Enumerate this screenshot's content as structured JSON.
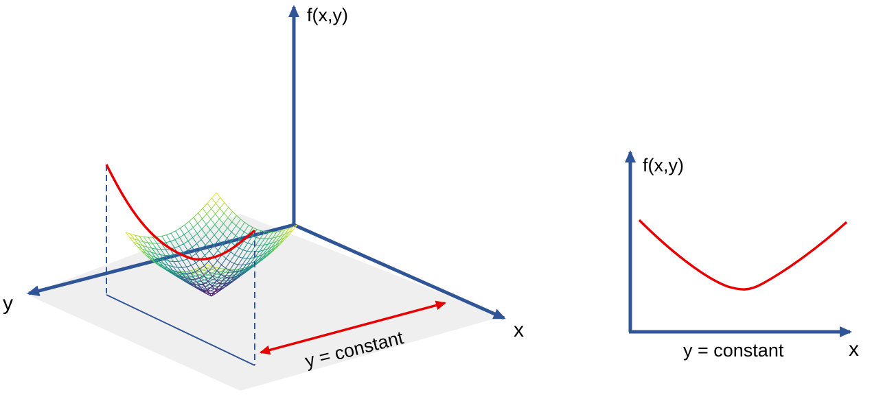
{
  "left_panel": {
    "z_axis_label": "f(x,y)",
    "x_axis_label": "x",
    "y_axis_label": "y",
    "slice_label": "y = constant"
  },
  "right_panel": {
    "y_axis_label": "f(x,y)",
    "x_axis_label": "x",
    "x_caption": "y = constant"
  },
  "colors": {
    "axis": "#2f5597",
    "curve": "#e60000",
    "plane": "#efefef",
    "projection_lines": "#2f5597",
    "surface_colormap": [
      "#fde725",
      "#90d743",
      "#35b779",
      "#21918c",
      "#31688e",
      "#443983",
      "#440154"
    ]
  }
}
